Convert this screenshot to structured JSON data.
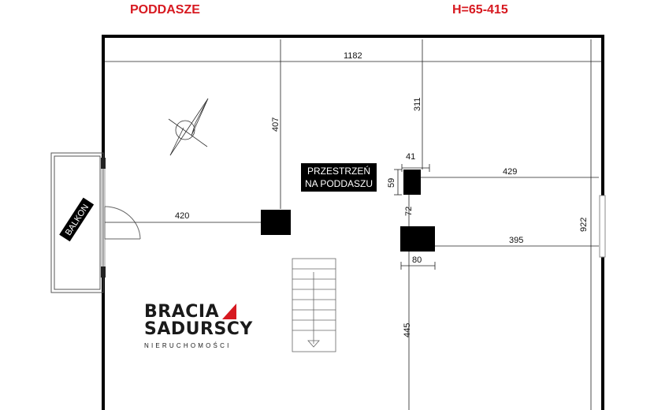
{
  "header": {
    "level_label": "PODDASZE",
    "height_label": "H=65-415"
  },
  "rooms": {
    "attic_label_line1": "PRZESTRZEŃ",
    "attic_label_line2": "NA PODDASZU",
    "balcony_label": "BALKON"
  },
  "dimensions": {
    "width_top": "1182",
    "height_left": "407",
    "height_mid_top": "311",
    "chimney1_width": "41",
    "chimney1_depth": "59",
    "gap_between": "72",
    "chimney2_width": "80",
    "right_to_chimney1": "429",
    "right_to_chimney2": "395",
    "right_height": "922",
    "left_to_column": "420",
    "bottom_height": "445"
  },
  "logo": {
    "line1": "BRACIA",
    "line2": "SADURSCY",
    "line3": "NIERUCHOMOŚCI"
  },
  "colors": {
    "accent": "#d71920",
    "wall": "#000000"
  }
}
